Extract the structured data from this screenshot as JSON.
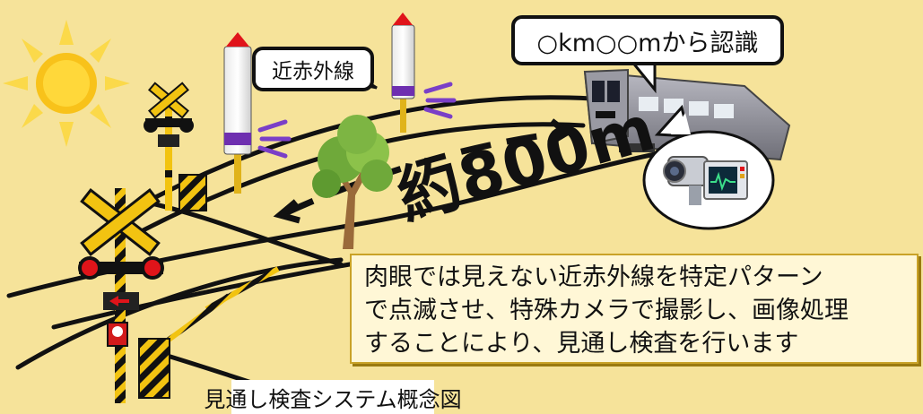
{
  "diagram": {
    "callout_nir": "近赤外線",
    "callout_recognition": "○km○○mから認識",
    "distance": "約800m",
    "explanation_lines": [
      "肉眼では見えない近赤外線を特定パターン",
      "で点滅させ、特殊カメラで撮影し、画像処理",
      "することにより、見通し検査を行います"
    ],
    "caption": "見通し検査システム概念図"
  },
  "colors": {
    "background": "#f6e39a",
    "sun": "#f8c21a",
    "ir_wave": "#7a3fc7",
    "rail": "#111111",
    "signal_red": "#e0141a",
    "train_body": "#8d8d95",
    "note_box": "#fff7d6"
  },
  "icons": [
    "sun-icon",
    "crossing-signal-icon",
    "nir-emitter-post-icon",
    "tree-icon",
    "train-icon",
    "camera-icon",
    "monitor-icon"
  ]
}
